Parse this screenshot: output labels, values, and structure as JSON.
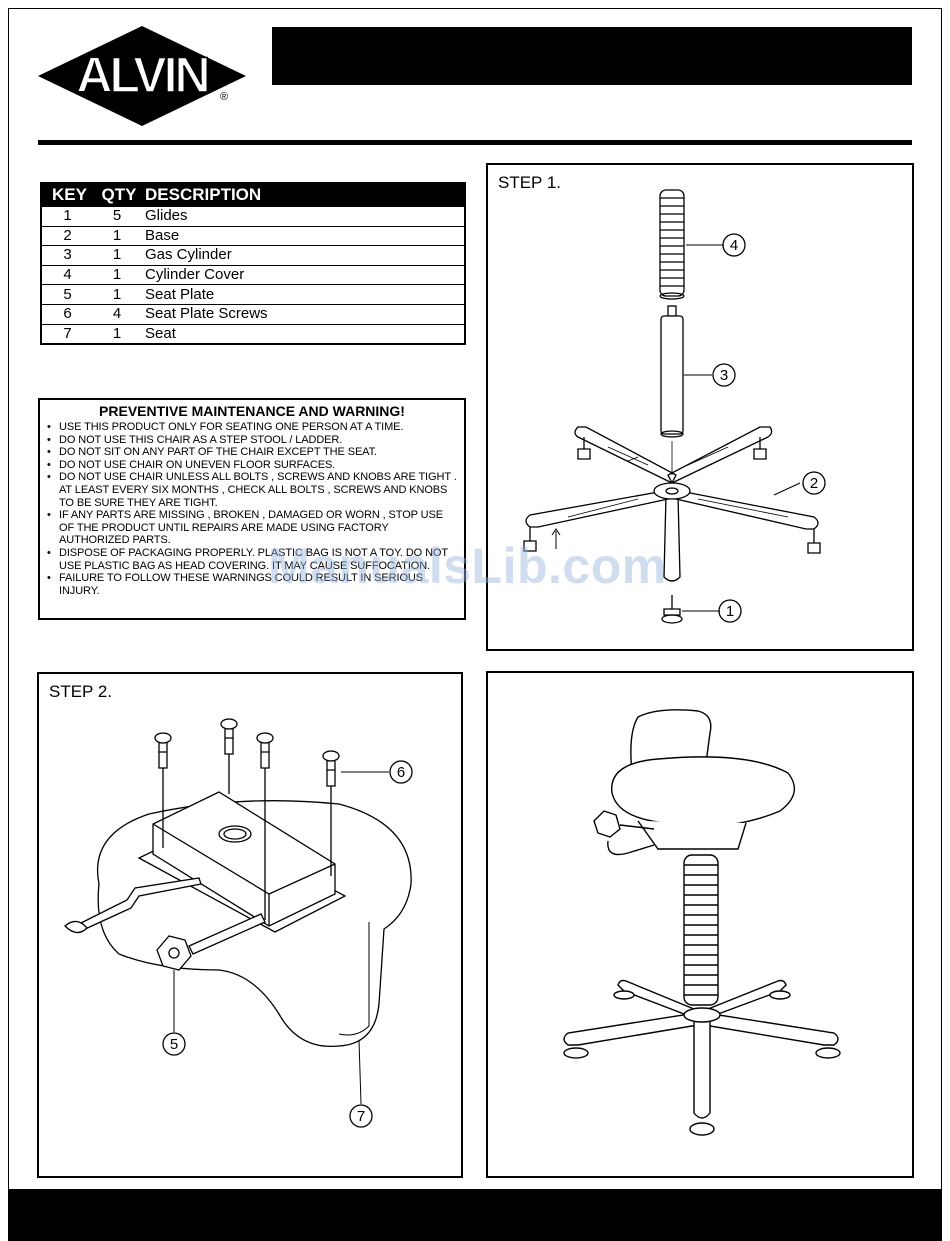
{
  "brand": {
    "name": "ALVIN",
    "mark": "®"
  },
  "parts_table": {
    "headers": {
      "key": "KEY",
      "qty": "QTY",
      "description": "DESCRIPTION"
    },
    "rows": [
      {
        "key": "1",
        "qty": "5",
        "description": "Glides"
      },
      {
        "key": "2",
        "qty": "1",
        "description": "Base"
      },
      {
        "key": "3",
        "qty": "1",
        "description": "Gas Cylinder"
      },
      {
        "key": "4",
        "qty": "1",
        "description": "Cylinder Cover"
      },
      {
        "key": "5",
        "qty": "1",
        "description": "Seat Plate"
      },
      {
        "key": "6",
        "qty": "4",
        "description": "Seat Plate Screws"
      },
      {
        "key": "7",
        "qty": "1",
        "description": "Seat"
      }
    ]
  },
  "warning": {
    "title": "PREVENTIVE MAINTENANCE AND WARNING!",
    "items": [
      "USE THIS PRODUCT ONLY FOR SEATING ONE PERSON AT A TIME.",
      "DO NOT USE THIS CHAIR AS A STEP STOOL / LADDER.",
      "DO NOT SIT ON ANY PART OF THE CHAIR EXCEPT THE SEAT.",
      "DO NOT USE CHAIR ON UNEVEN FLOOR SURFACES.",
      "DO NOT USE CHAIR UNLESS ALL BOLTS , SCREWS AND KNOBS ARE TIGHT . AT LEAST EVERY SIX MONTHS , CHECK ALL BOLTS , SCREWS AND KNOBS TO BE SURE THEY ARE TIGHT.",
      "IF ANY PARTS ARE MISSING , BROKEN , DAMAGED OR WORN , STOP USE OF THE PRODUCT UNTIL REPAIRS ARE MADE USING FACTORY AUTHORIZED PARTS.",
      "DISPOSE OF PACKAGING PROPERLY. PLASTIC BAG IS NOT A TOY. DO NOT USE PLASTIC BAG AS HEAD COVERING. IT MAY CAUSE SUFFOCATION.",
      "FAILURE TO FOLLOW THESE WARNINGS COULD RESULT IN SERIOUS INJURY."
    ]
  },
  "steps": {
    "step1": {
      "label": "STEP 1.",
      "callouts": [
        "4",
        "3",
        "2",
        "1"
      ]
    },
    "step2": {
      "label": "STEP 2.",
      "callouts": [
        "6",
        "5",
        "7"
      ]
    }
  },
  "watermark": "ManualsLib.com",
  "colors": {
    "ink": "#000000",
    "watermark": "#96b4dc"
  }
}
